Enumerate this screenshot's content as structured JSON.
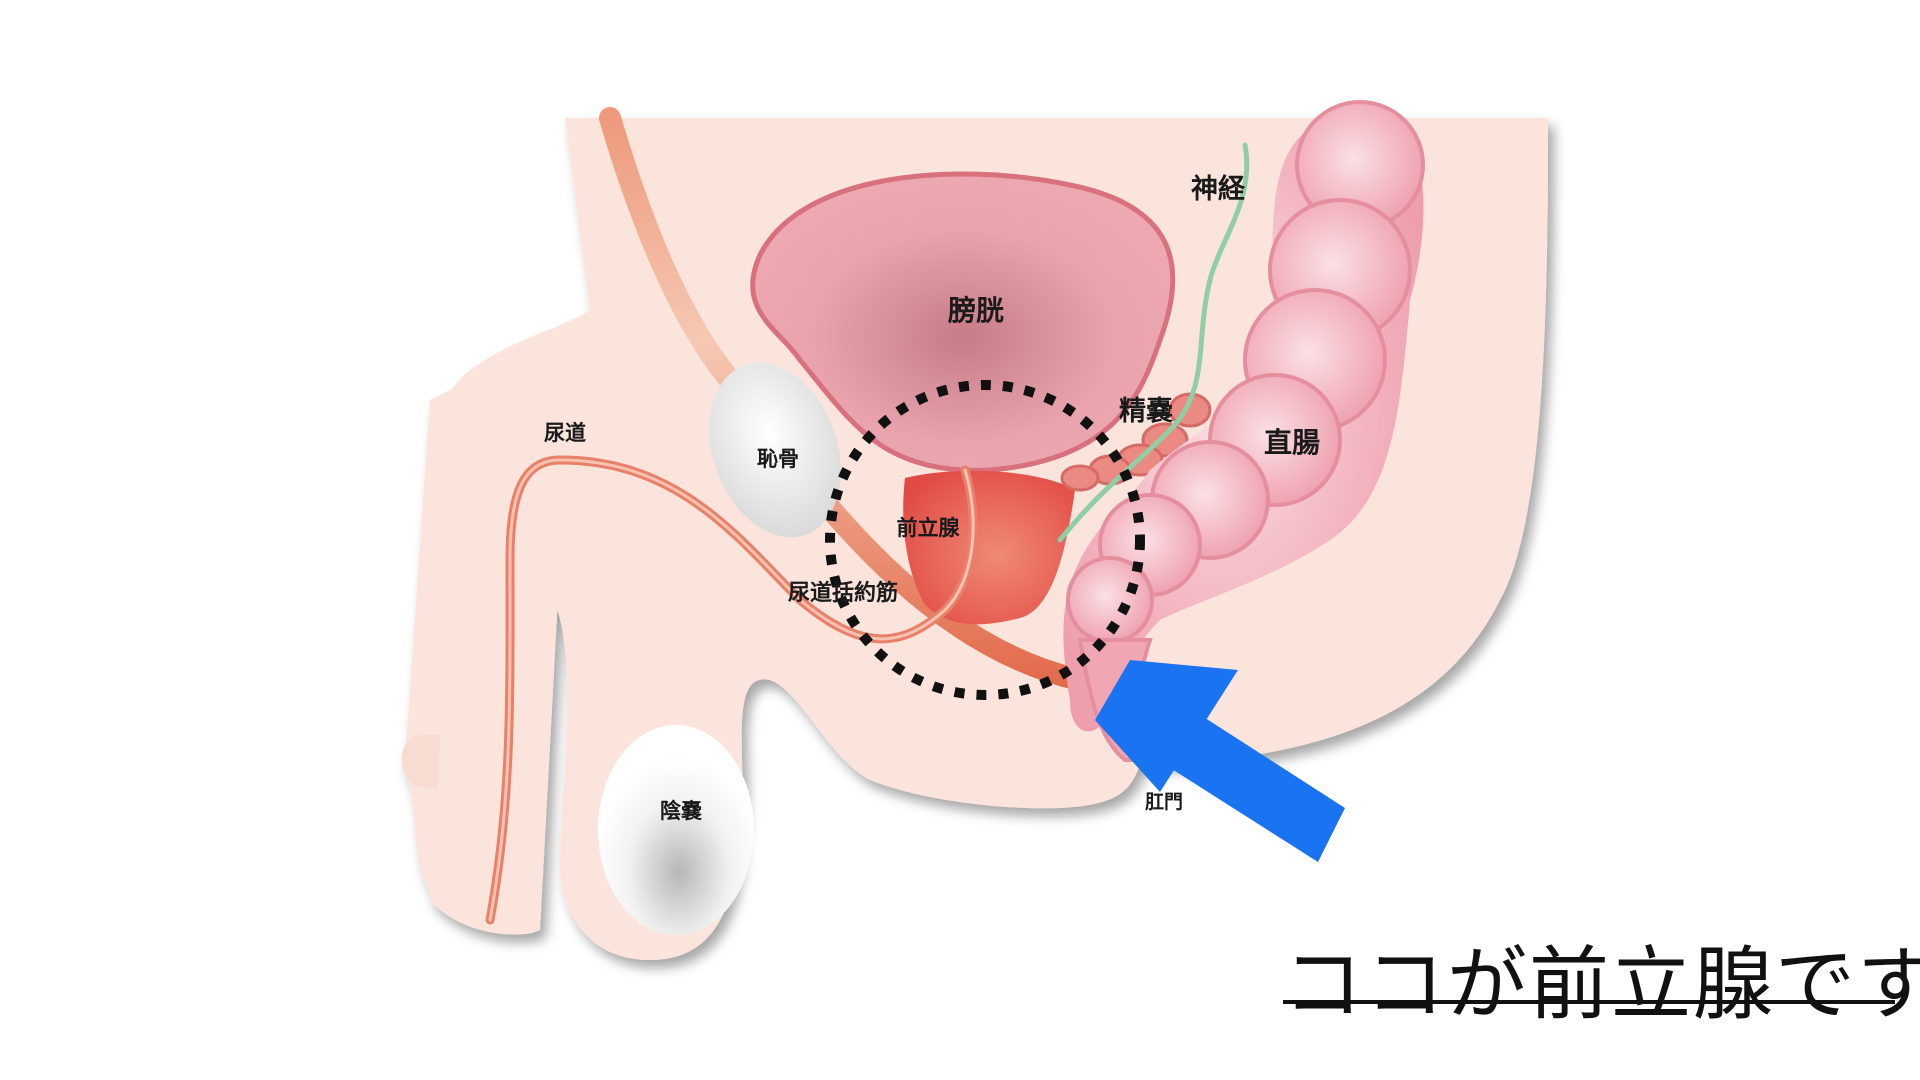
{
  "labels": {
    "bladder": "膀胱",
    "nerve": "神経",
    "seminal_vesicle": "精嚢",
    "rectum": "直腸",
    "urethra": "尿道",
    "pubic_bone": "恥骨",
    "prostate": "前立腺",
    "urethral_sphincter": "尿道括約筋",
    "scrotum": "陰嚢",
    "anus": "肛門"
  },
  "caption": "ココが前立腺です",
  "colors": {
    "skin": "#fbe4dc",
    "bladder": "#e8909c",
    "prostate": "#e5504a",
    "rectum": "#f3b4bf",
    "urethra": "#e8806a",
    "nerve": "#8fcfa3",
    "highlight_circle": "#111111",
    "arrow": "#1a73f0"
  }
}
